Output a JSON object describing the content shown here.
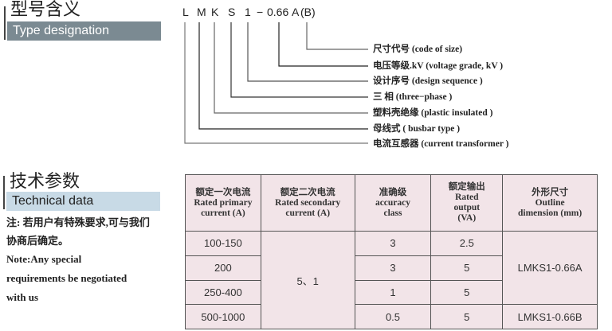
{
  "type_section": {
    "title_cn": "型号含义",
    "title_en": "Type designation",
    "code_chars": [
      "L",
      "M",
      "K",
      "S",
      "1",
      "−",
      "0.66",
      "A",
      "(B)"
    ],
    "labels": [
      "尺寸代号 (code of size)",
      "电压等级.kV (voltage grade, kV )",
      "设计序号 (design sequence )",
      "三  相 (three−phase )",
      "塑料壳绝缘 (plastic insulated )",
      "母线式 ( busbar type )",
      "电流互感器 (current transformer )"
    ]
  },
  "tech_section": {
    "title_cn": "技术参数",
    "title_en": "Technical data",
    "notes": [
      "注: 若用户有特殊要求,可与我们",
      "协商后确定。",
      "Note:Any special",
      "requirements be negotiated",
      "with us"
    ]
  },
  "table": {
    "headers": [
      [
        "额定一次电流",
        "Rated primary",
        "current (A)"
      ],
      [
        "额定二次电流",
        "Rated secondary",
        "current (A)"
      ],
      [
        "准确级",
        "accuracy",
        "class"
      ],
      [
        "额定输出",
        "Rated",
        "output",
        "(VA)"
      ],
      [
        "外形尺寸",
        "Outline",
        "dimension (mm)"
      ]
    ],
    "secondary_current": "5、1",
    "dimension_a": "LMKS1-0.66A",
    "dimension_b": "LMKS1-0.66B",
    "rows": [
      {
        "primary": "100-150",
        "accuracy": "3",
        "output": "2.5"
      },
      {
        "primary": "200",
        "accuracy": "3",
        "output": "5"
      },
      {
        "primary": "250-400",
        "accuracy": "1",
        "output": "5"
      },
      {
        "primary": "500-1000",
        "accuracy": "0.5",
        "output": "5"
      }
    ]
  }
}
